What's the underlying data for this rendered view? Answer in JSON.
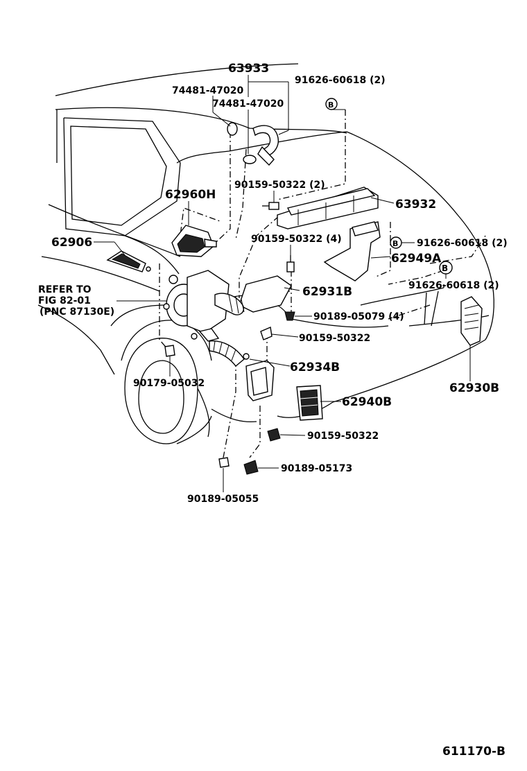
{
  "labels": {
    "p63933": "63933",
    "p74481a": "74481-47020",
    "p74481b": "74481-47020",
    "p91626a": "91626-60618 (2)",
    "p62960H": "62960H",
    "p90159a": "90159-50322 (2)",
    "p63932": "63932",
    "p62906": "62906",
    "p90159b": "90159-50322 (4)",
    "p91626b": "91626-60618 (2)",
    "p62949A": "62949A",
    "p91626c": "91626-60618 (2)",
    "refer1": "REFER TO",
    "refer2": "FIG 82-01",
    "refer3": "(PNC 87130E)",
    "p62931B": "62931B",
    "p90189a": "90189-05079 (4)",
    "p90159c": "90159-50322",
    "p62934B": "62934B",
    "p90179": "90179-05032",
    "p62930B": "62930B",
    "p62940B": "62940B",
    "p90159d": "90159-50322",
    "p90189b": "90189-05173",
    "p90189c": "90189-05055",
    "markerB1": "B",
    "markerB2": "B",
    "markerB3": "B",
    "figure_id": "611170-B"
  }
}
